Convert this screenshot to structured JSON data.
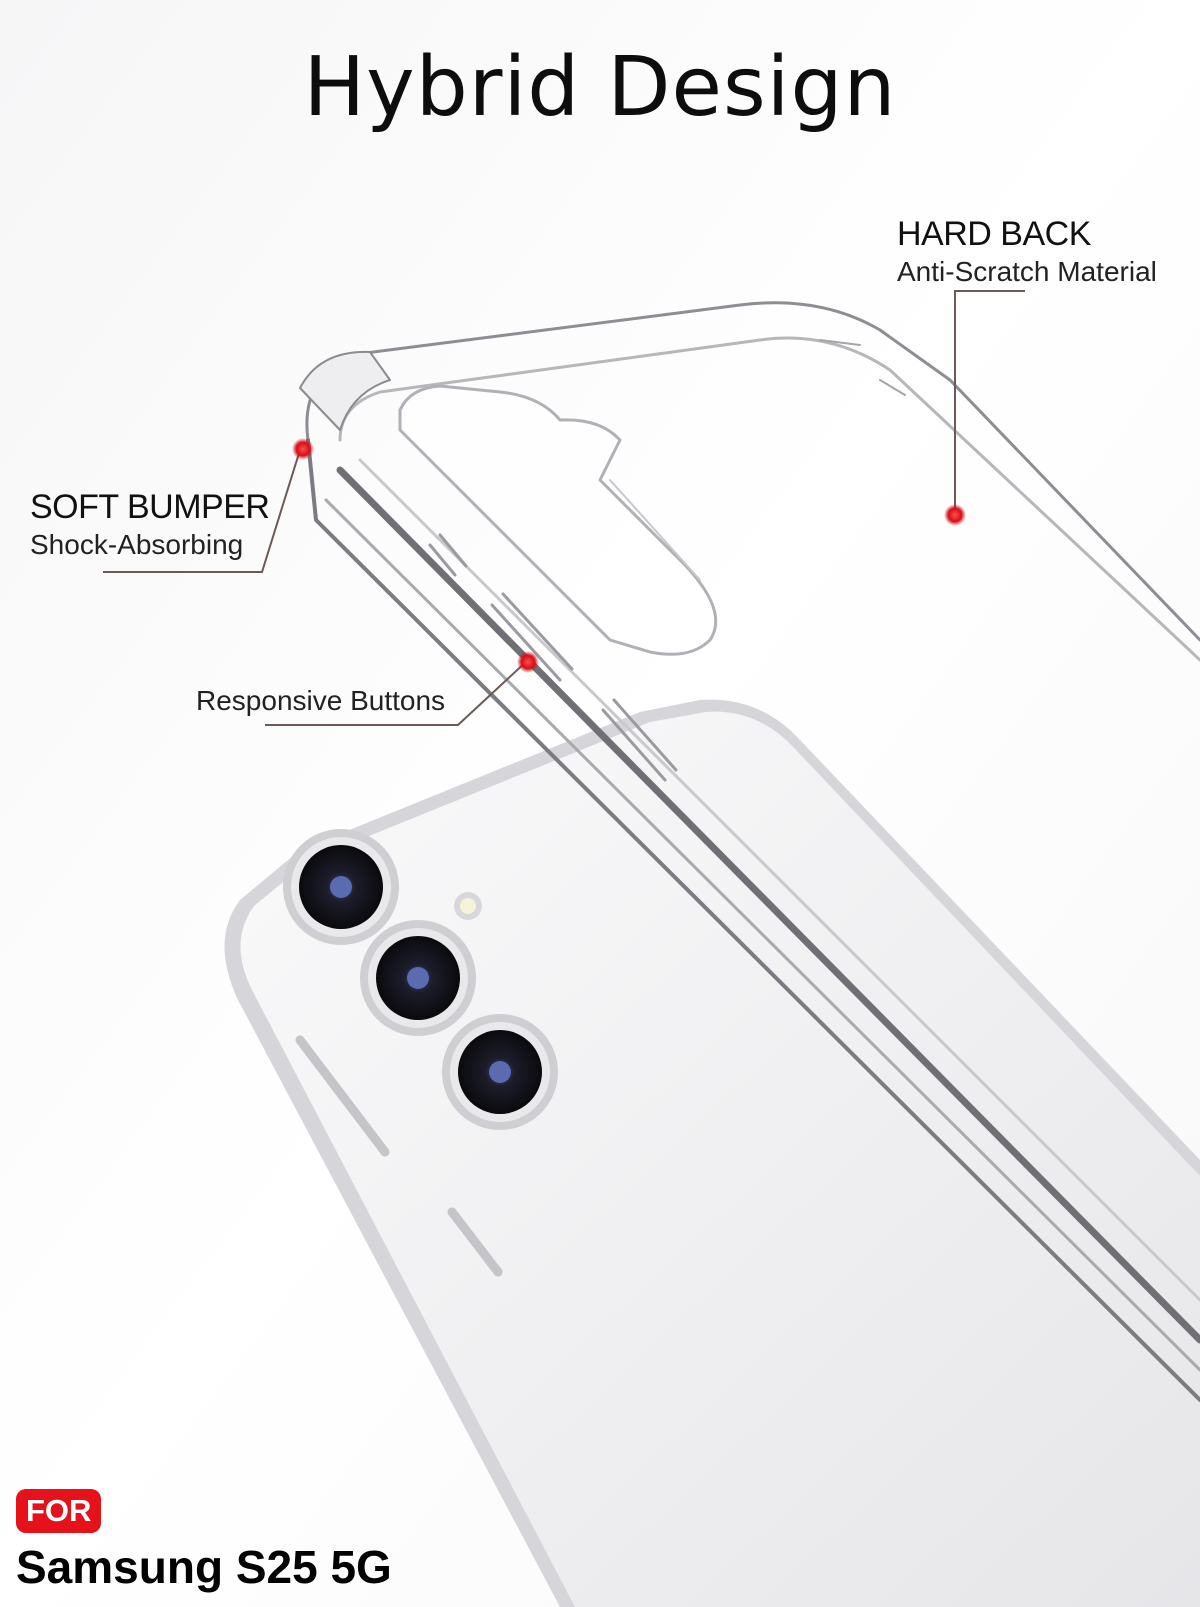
{
  "title": "Hybrid Design",
  "callouts": {
    "hard_back": {
      "heading": "HARD BACK",
      "sub": "Anti-Scratch Material"
    },
    "soft_bumper": {
      "heading": "SOFT BUMPER",
      "sub": "Shock-Absorbing"
    },
    "responsive_buttons": {
      "sub": "Responsive Buttons"
    }
  },
  "badge": {
    "for": "FOR",
    "model": "Samsung S25 5G"
  },
  "colors": {
    "accent": "#e5121b",
    "leader": "#6b5a55",
    "phone": "#ececee"
  }
}
